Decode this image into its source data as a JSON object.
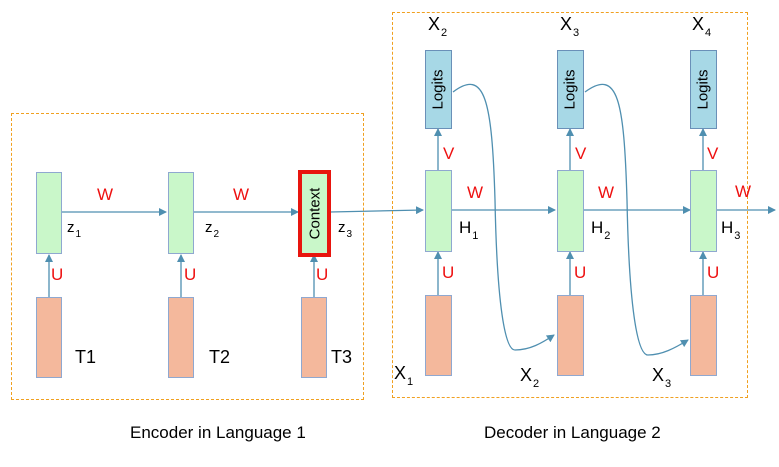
{
  "encoder": {
    "caption": "Encoder in Language 1",
    "tokens": [
      "T1",
      "T2",
      "T3"
    ],
    "hidden": [
      {
        "name": "z",
        "index": "1"
      },
      {
        "name": "z",
        "index": "2"
      },
      {
        "name": "z",
        "index": "3"
      }
    ],
    "context_label": "Context",
    "weight_w": "W",
    "weight_u": "U"
  },
  "decoder": {
    "caption": "Decoder in Language 2",
    "inputs": [
      {
        "name": "X",
        "index": "1"
      },
      {
        "name": "X",
        "index": "2"
      },
      {
        "name": "X",
        "index": "3"
      }
    ],
    "hidden": [
      {
        "name": "H",
        "index": "1"
      },
      {
        "name": "H",
        "index": "2"
      },
      {
        "name": "H",
        "index": "3"
      }
    ],
    "outputs": [
      {
        "name": "X",
        "index": "2"
      },
      {
        "name": "X",
        "index": "3"
      },
      {
        "name": "X",
        "index": "4"
      }
    ],
    "logits_label": "Logits",
    "weight_w": "W",
    "weight_u": "U",
    "weight_v": "V"
  },
  "colors": {
    "hidden_cell": "#c9f7c9",
    "input_cell": "#f4b89c",
    "logits_cell": "#a7d8e6",
    "context_border": "#e8150e",
    "weight_label": "#ee1111",
    "arrow": "#4f8fb0",
    "frame": "#f0a020"
  }
}
